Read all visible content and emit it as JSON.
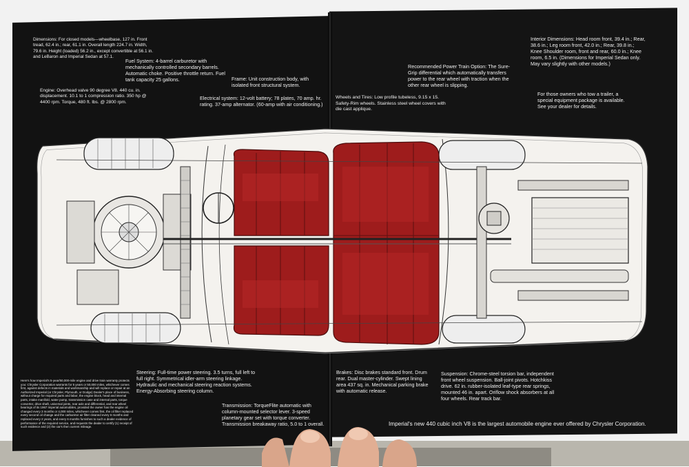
{
  "left_page": {
    "dimensions": "Dimensions: For closed models—wheelbase, 127 in. Front tread, 62.4 in.; rear, 61.1 in. Overall length 224.7 in. Width, 79.6 in. Height (loaded) 56.2 in., except convertible at 56.1 in. and LeBaron and Imperial Sedan at 57.1.",
    "fuel_system": "Fuel System: 4-barrel carburetor with mechanically controlled secondary barrels. Automatic choke. Positive throttle return. Fuel tank capacity 25 gallons.",
    "frame": "Frame: Unit construction body, with isolated front structural system.",
    "engine": "Engine: Overhead valve 90 degree V8. 440 cu. in. displacement. 10.1 to 1 compression ratio. 350 hp @ 4400 rpm. Torque, 480 ft. lbs. @ 2800 rpm.",
    "electrical": "Electrical system: 12-volt battery; 78 plates, 70 amp. hr. rating. 37-amp alternator. (60-amp with air conditioning.)",
    "steering": "Steering: Full-time power steering. 3.5 turns, full left to full right. Symmetrical idler-arm steering linkage. Hydraulic and mechanical steering reaction systems. Energy-Absorbing steering column.",
    "transmission": "Transmission: TorqueFlite automatic with column-mounted selector lever. 3-speed planetary gear set with torque converter. Transmission breakaway ratio, 5.0 to 1 overall.",
    "warranty": "Here's how Imperial's 5-year/50,000-mile engine and drive train warranty protects you: Chrysler Corporation warrants for 5 years or 50,000 miles, whichever comes first, against defects in materials and workmanship and will replace or repair at an Authorized Imperial (or Chrysler, Plymouth, or Dodge) Dealer's place of business, without charge for required parts and labor, the engine block, head and internal parts, intake manifold, water pump, transmission case and internal parts, torque converter, drive shaft, universal joints, rear axle and differential, and rear wheel bearings of its 1967 Imperial automobiles, provided the owner has the engine oil changed every 3 months or 4,000 miles, whichever comes first, the oil filter replaced every second oil change and the carburetor air filter cleaned every 6 months and replaced every 2 years, and every 6 months furnishes to such a dealer evidence of performance of the required service, and requests the dealer to certify (1) receipt of such evidence and (2) the car's then current mileage."
  },
  "right_page": {
    "power_train": "Recommended Power Train Option: The Sure-Grip differential which automatically transfers power to the rear wheel with traction when the other rear wheel is slipping.",
    "interior": "Interior Dimensions: Head room front, 39.4 in.; Rear, 38.6 in.; Leg room front, 42.0 in.; Rear, 39.8 in.; Knee Shoulder room, front and rear, 60.0 in.; Knee room, 6.5 in. (Dimensions for Imperial Sedan only. May vary slightly with other models.)",
    "trailer": "For those owners who tow a trailer, a special equipment package is available. See your dealer for details.",
    "wheels": "Wheels and Tires: Low profile tubeless, 9.15 x 15. Safety-Rim wheels. Stainless steel wheel covers with die cast applique.",
    "brakes": "Brakes: Disc brakes standard front. Drum rear. Dual master-cylinder. Swept lining area 437 sq. in. Mechanical parking brake with automatic release.",
    "suspension": "Suspension: Chrome-steel torsion bar, independent front wheel suspension. Ball-joint pivots. Hotchkiss drive. 62 in. rubber-isolated leaf-type rear springs, mounted 46 in. apart. Oriflow shock absorbers at all four wheels. Rear track bar."
  },
  "caption": "Imperial's new 440 cubic inch V8 is the largest automobile engine ever offered by Chrysler Corporation.",
  "colors": {
    "page": "#141414",
    "seat_red": "#9e1c1c",
    "car_body": "#f4f2ee",
    "line": "#2b2b2b"
  }
}
